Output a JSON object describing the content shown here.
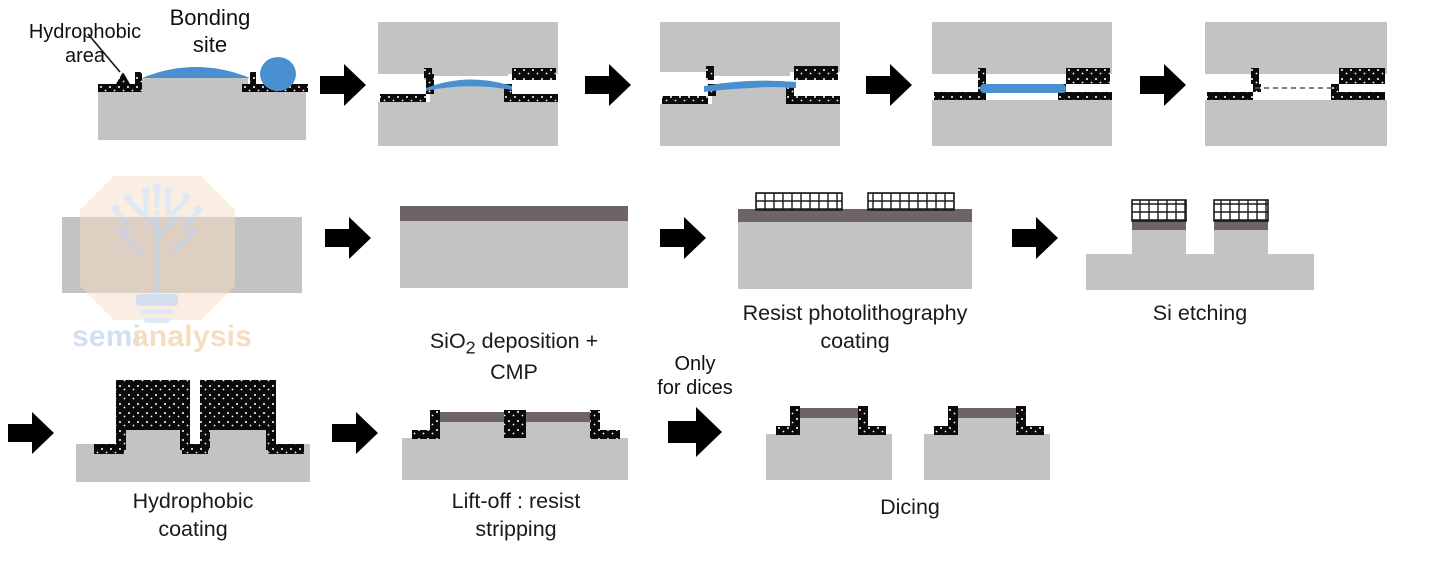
{
  "figure": {
    "type": "process-flow-diagram",
    "subject": "Hydrophobic-patterned self-assembly direct bonding and die preparation process flow",
    "colors": {
      "silicon": "#c3c3c3",
      "silicon_edge": "#bdbdbd",
      "oxide": "#6e6468",
      "hydrophobic_coating": "#0a0a0a",
      "coating_speckle": "#ffffff",
      "liquid": "#4a90d0",
      "arrow": "#000000",
      "bond_line": "#555555",
      "background": "#ffffff",
      "watermark_blue": "#cddcf0",
      "watermark_orange": "#f7ddc4"
    }
  },
  "annotations": {
    "hydrophobic_area": "Hydrophobic\narea",
    "bonding_site": "Bonding\nsite",
    "only_for_dices": "Only\nfor dices"
  },
  "rows": [
    {
      "id": "row-bonding",
      "steps": [
        {
          "id": "droplet-dispense",
          "caption": ""
        },
        {
          "id": "wafer-approach",
          "caption": ""
        },
        {
          "id": "liquid-spread",
          "caption": ""
        },
        {
          "id": "liquid-thin-film",
          "caption": ""
        },
        {
          "id": "bonded-interface",
          "caption": ""
        }
      ]
    },
    {
      "id": "row-fabrication",
      "steps": [
        {
          "id": "bare-silicon",
          "caption": ""
        },
        {
          "id": "oxide-deposition",
          "caption": "SiO2 deposition +\nCMP",
          "caption_html": "SiO<sub>2</sub> deposition +<br>CMP"
        },
        {
          "id": "resist-photolithography",
          "caption": "Resist photolithography\ncoating"
        },
        {
          "id": "silicon-etching",
          "caption": "Si etching"
        }
      ]
    },
    {
      "id": "row-finishing",
      "steps": [
        {
          "id": "hydrophobic-coating",
          "caption": "Hydrophobic\ncoating"
        },
        {
          "id": "resist-lift-off",
          "caption": "Lift-off : resist\nstripping"
        },
        {
          "id": "dicing",
          "caption": "Dicing"
        }
      ]
    }
  ],
  "watermark": {
    "brand_part1": "semi",
    "brand_part2": "analysis",
    "logo": "lightbulb-circuit-icon"
  }
}
